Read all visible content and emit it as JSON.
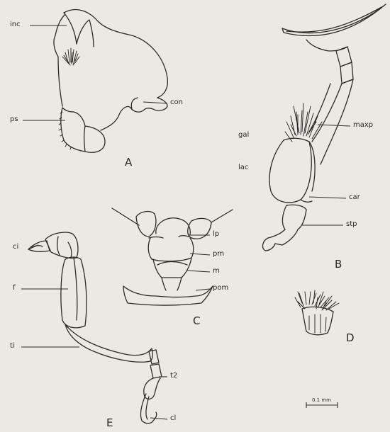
{
  "labels": {
    "inc": "inc",
    "con": "con",
    "ps": "ps",
    "gal": "gal",
    "lac": "lac",
    "maxp": "maxp",
    "car": "car",
    "stp": "stp",
    "lp": "lp",
    "pm": "pm",
    "m": "m",
    "pom": "pom",
    "ci": "ci",
    "f": "f",
    "ti": "ti",
    "t2": "t2",
    "cl": "cl"
  },
  "figures": {
    "a": "A",
    "b": "B",
    "c": "C",
    "d": "D",
    "e": "E"
  },
  "scale_bar": "0.1 mm",
  "ink_color": "#2d2a27",
  "paper_color": "#ebe9e4"
}
